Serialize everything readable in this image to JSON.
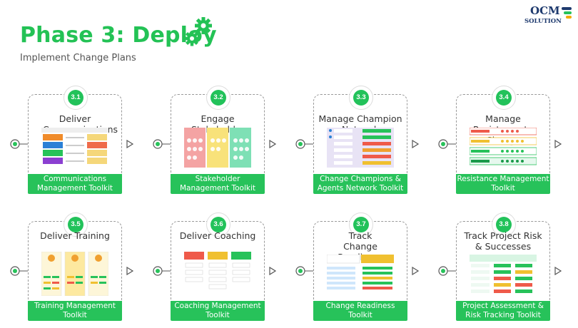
{
  "header": {
    "title": "Phase 3: Deploy",
    "subtitle": "Implement Change Plans"
  },
  "logo": {
    "line1": "OCM",
    "line2": "SOLUTION",
    "colors": [
      "#1e3a6e",
      "#27c25a",
      "#f2a900"
    ]
  },
  "accent": "#27c25a",
  "steps": [
    {
      "num": "3.1",
      "label": "Deliver Communications",
      "toolkit": "Communications Management Toolkit"
    },
    {
      "num": "3.2",
      "label": "Engage Stakeholders",
      "toolkit": "Stakeholder Management Toolkit"
    },
    {
      "num": "3.3",
      "label": "Manage Champion Network",
      "toolkit": "Change Champions & Agents Network Toolkit"
    },
    {
      "num": "3.4",
      "label": "Manage Resistance to Change",
      "toolkit": "Resistance Management Toolkit"
    },
    {
      "num": "3.5",
      "label": "Deliver Training",
      "toolkit": "Training Management Toolkit"
    },
    {
      "num": "3.6",
      "label": "Deliver Coaching",
      "toolkit": "Coaching Management Toolkit"
    },
    {
      "num": "3.7",
      "label": "Track Change Readiness",
      "toolkit": "Change Readiness Toolkit"
    },
    {
      "num": "3.8",
      "label": "Track Project Risk & Successes",
      "toolkit": "Project Assessment & Risk Tracking Toolkit"
    }
  ]
}
